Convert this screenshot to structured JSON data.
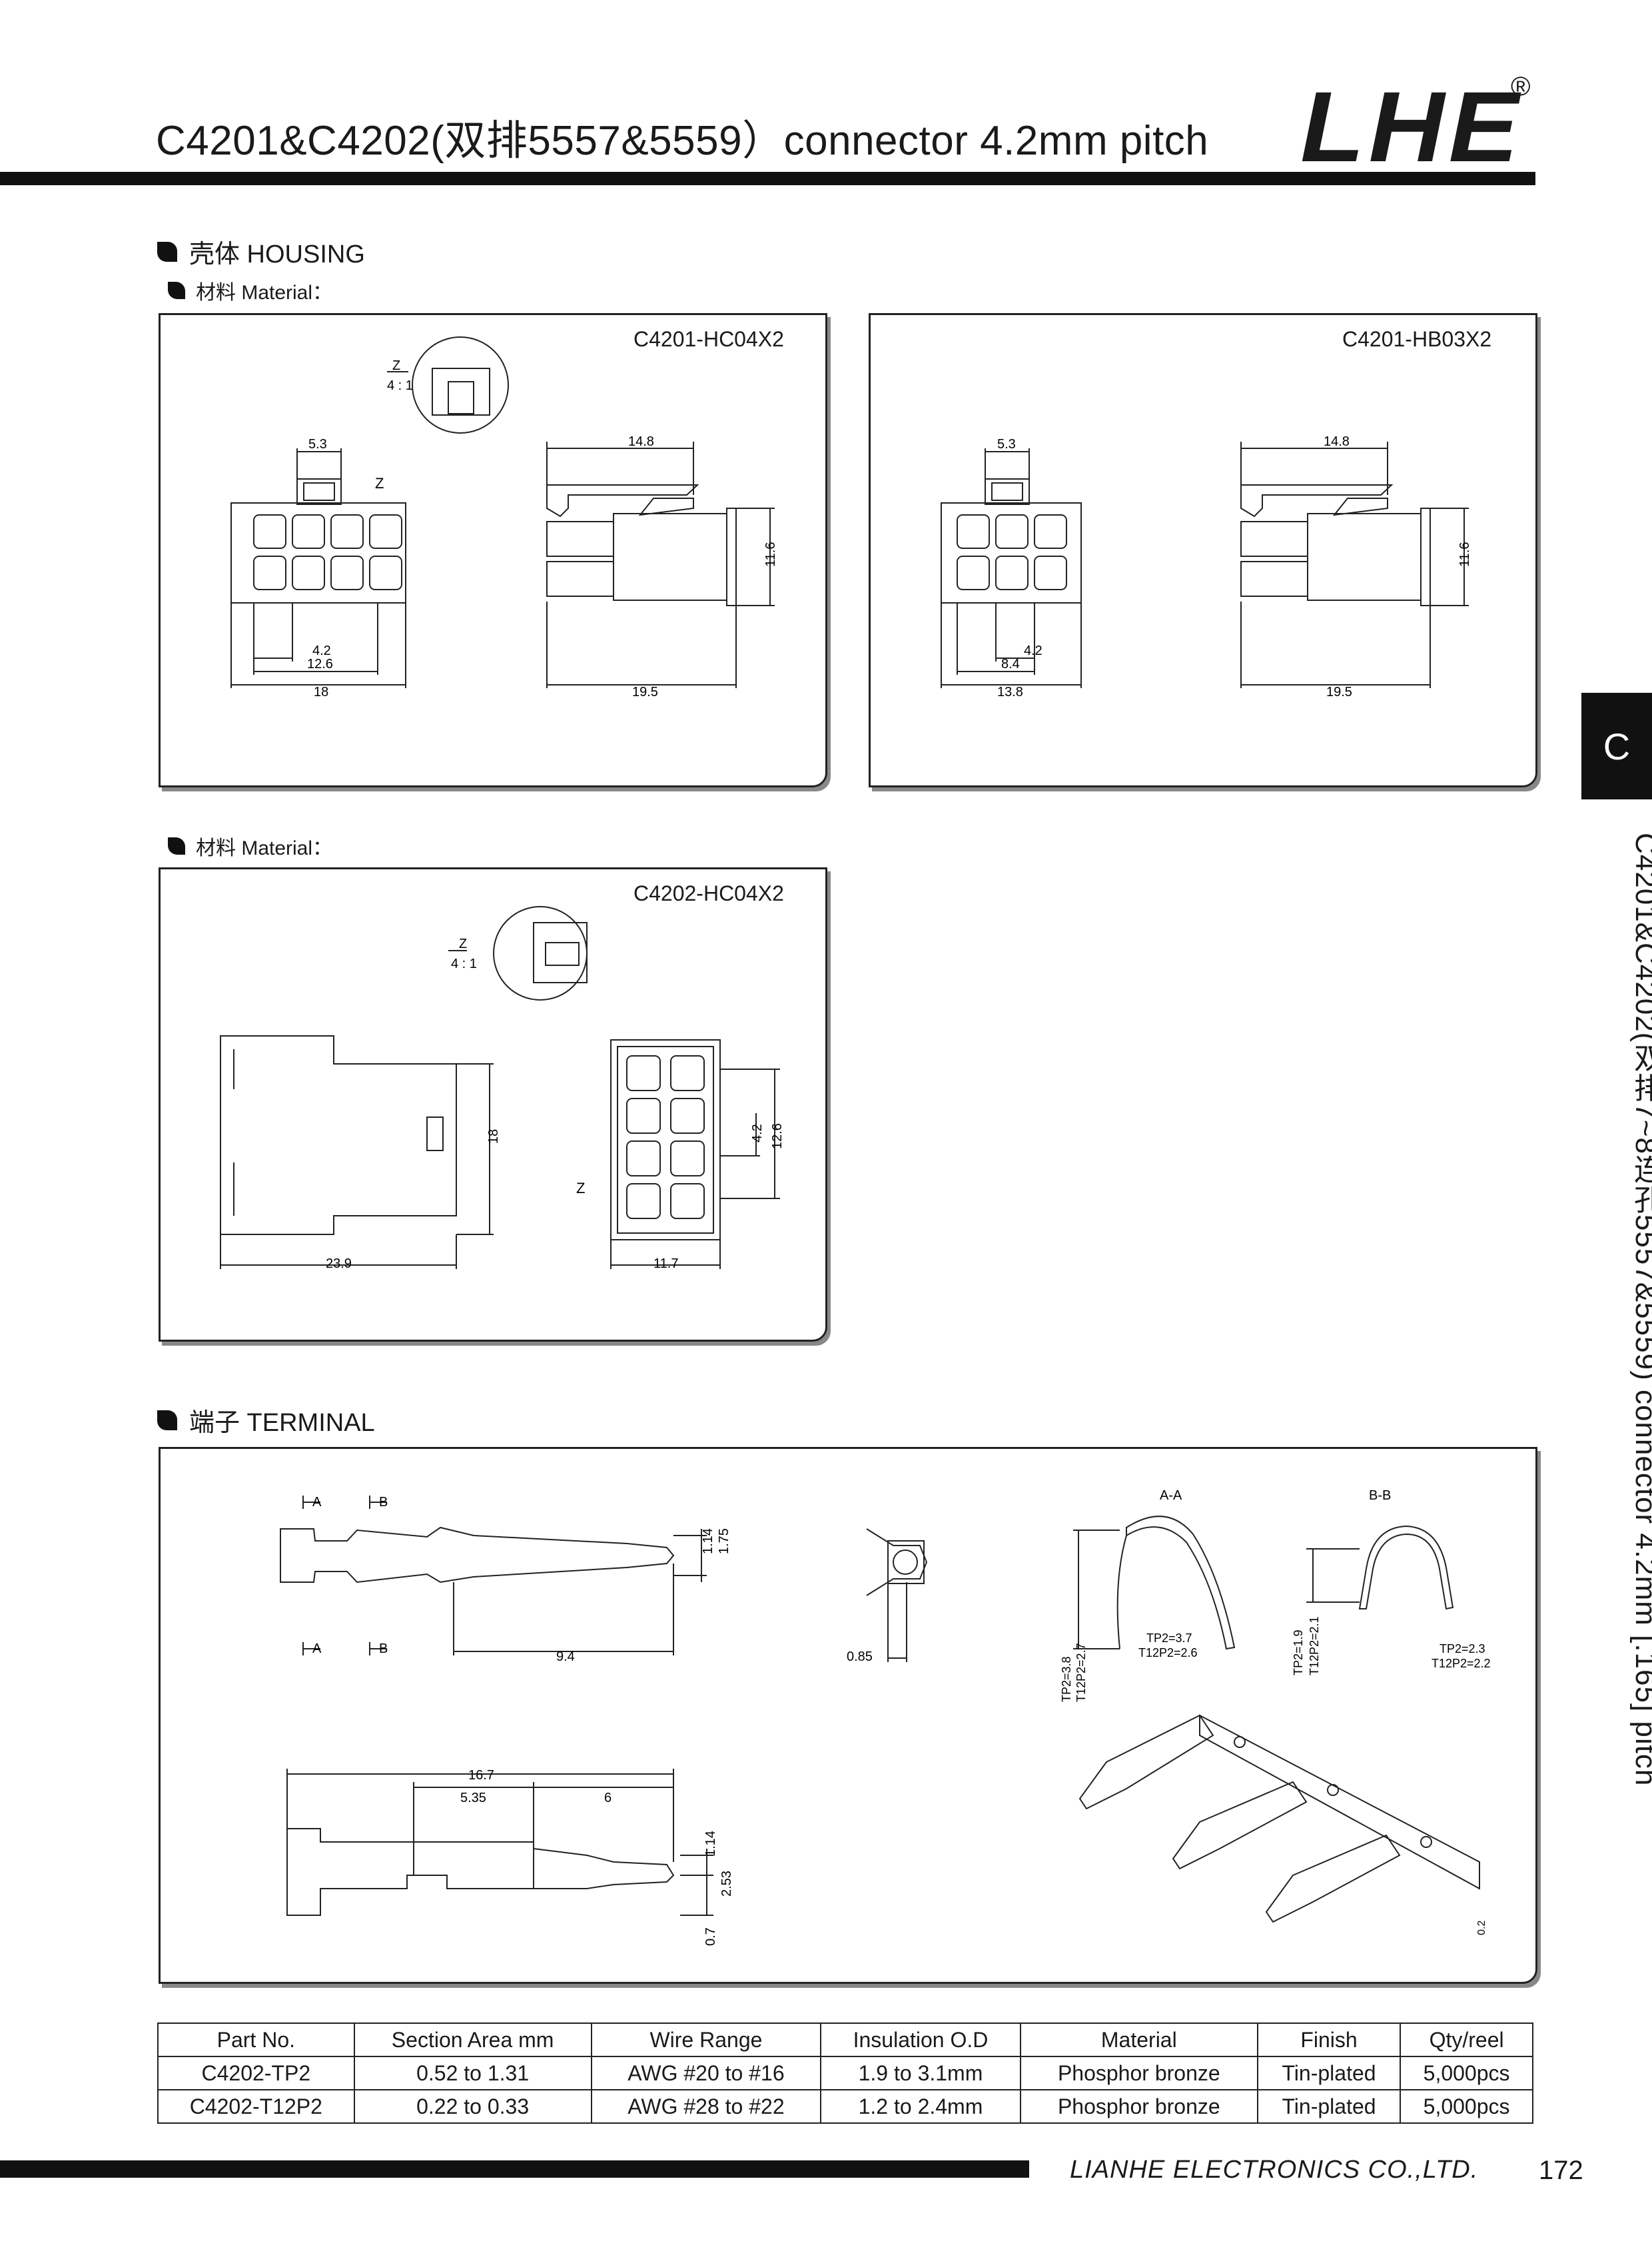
{
  "header": {
    "title": "C4201&C4202(双排5557&5559）connector 4.2mm pitch",
    "logo": "LHE",
    "logo_mark": "®"
  },
  "housing": {
    "heading": "壳体 HOUSING",
    "material_label_1": "材料 Material：",
    "material_label_2": "材料 Material：",
    "panel1": {
      "code": "C4201-HC04X2",
      "detail": "Z",
      "detail_scale": "4 : 1",
      "dims": {
        "d53": "5.3",
        "z": "Z",
        "d42": "4.2",
        "d126": "12.6",
        "d18": "18",
        "d148": "14.8",
        "d116": "11.6",
        "d195": "19.5"
      }
    },
    "panel2": {
      "code": "C4201-HB03X2",
      "dims": {
        "d53": "5.3",
        "d42": "4.2",
        "d84": "8.4",
        "d138": "13.8",
        "d148": "14.8",
        "d116": "11.6",
        "d195": "19.5"
      }
    },
    "panel3": {
      "code": "C4202-HC04X2",
      "detail": "Z",
      "detail_scale": "4 : 1",
      "dims": {
        "d18": "18",
        "d239": "23.9",
        "z": "Z",
        "d42": "4.2",
        "d126": "12.6",
        "d117": "11.7"
      }
    }
  },
  "terminal": {
    "heading": "端子 TERMINAL",
    "dims": {
      "a": "A",
      "b": "B",
      "d114": "1.14",
      "d175": "1.75",
      "d94": "9.4",
      "d085": "0.85",
      "aa": "A-A",
      "bb": "B-B",
      "tp38": "TP2=3.8",
      "t27": "T12P2=2.7",
      "tp37": "TP2=3.7",
      "t26": "T12P2=2.6",
      "tp19": "TP2=1.9",
      "t21": "T12P2=2.1",
      "tp23": "TP2=2.3",
      "t22": "T12P2=2.2",
      "d167": "16.7",
      "d535": "5.35",
      "d6": "6",
      "d114b": "1.14",
      "d253": "2.53",
      "d07": "0.7",
      "d02": "0.2"
    }
  },
  "table": {
    "headers": [
      "Part No.",
      "Section Area mm",
      "Wire Range",
      "Insulation O.D",
      "Material",
      "Finish",
      "Qty/reel"
    ],
    "rows": [
      [
        "C4202-TP2",
        "0.52 to 1.31",
        "AWG #20 to #16",
        "1.9 to 3.1mm",
        "Phosphor bronze",
        "Tin-plated",
        "5,000pcs"
      ],
      [
        "C4202-T12P2",
        "0.22 to 0.33",
        "AWG #28 to #22",
        "1.2 to 2.4mm",
        "Phosphor bronze",
        "Tin-plated",
        "5,000pcs"
      ]
    ]
  },
  "side": {
    "tab": "C",
    "vertical_title": "C4201&C4202(双排7~8连孔5557&5559) connector 4.2mm [.165] pitch"
  },
  "footer": {
    "company": "LIANHE ELECTRONICS CO.,LTD.",
    "page": "172"
  }
}
